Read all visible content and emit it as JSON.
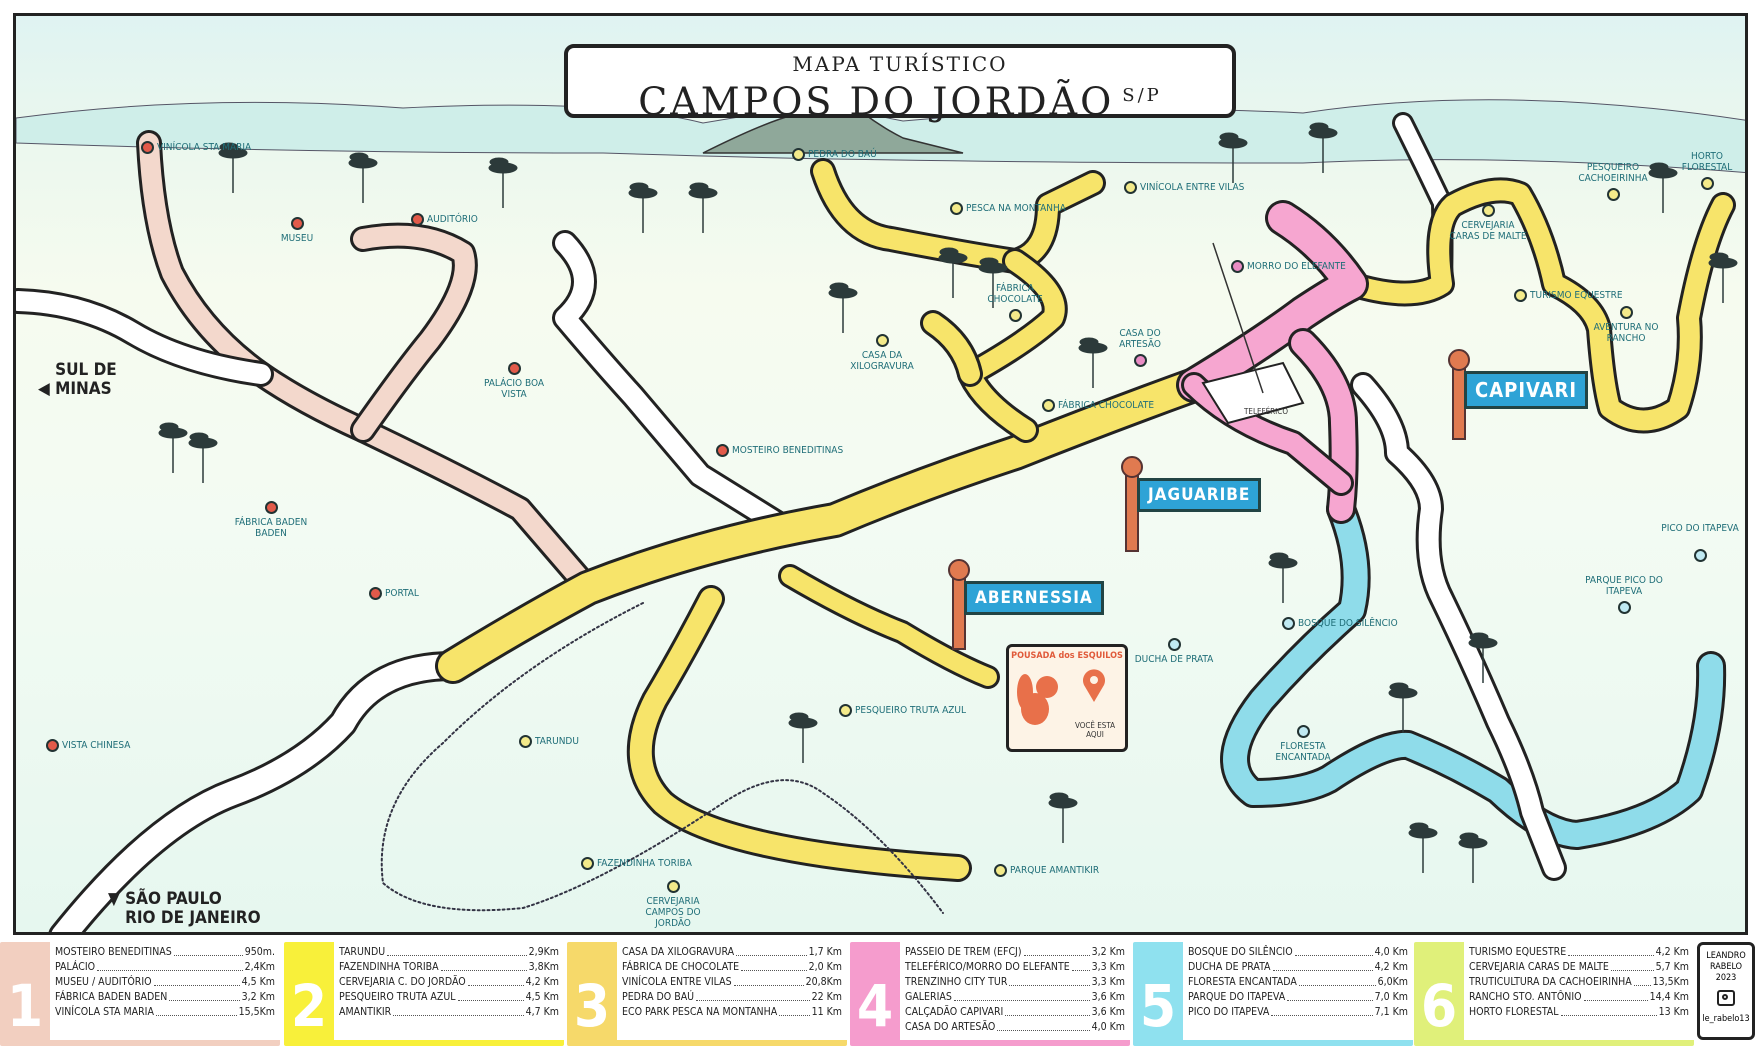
{
  "title": {
    "subtitle": "MAPA TURÍSTICO",
    "main": "CAMPOS DO JORDÃO",
    "state": "S/P"
  },
  "regions": {
    "sul_de_minas": "SUL DE MINAS",
    "sao_paulo_rio": [
      "SÃO PAULO",
      "RIO DE JANEIRO"
    ]
  },
  "signs": {
    "capivari": "CAPIVARI",
    "jaguaribe": "JAGUARIBE",
    "abernessia": "ABERNESSIA"
  },
  "pousada": {
    "name": "POUSADA dos ESQUILOS",
    "you_are_here": "VOCÊ ESTA AQUI",
    "icon": "map-pin-icon"
  },
  "teleferico_label": "TELEFÉRICO",
  "pois": [
    {
      "label": "VINÍCOLA STA MARIA",
      "color": "red"
    },
    {
      "label": "MUSEU",
      "color": "red"
    },
    {
      "label": "AUDITÓRIO",
      "color": "red"
    },
    {
      "label": "PALÁCIO BOA VISTA",
      "color": "red"
    },
    {
      "label": "FÁBRICA BADEN BADEN",
      "color": "red"
    },
    {
      "label": "MOSTEIRO BENEDITINAS",
      "color": "red"
    },
    {
      "label": "PEDRA DO BAÚ",
      "color": "yellow"
    },
    {
      "label": "PESCA NA MONTANHA",
      "color": "yellow"
    },
    {
      "label": "VINÍCOLA ENTRE VILAS",
      "color": "yellow"
    },
    {
      "label": "MORRO DO ELEFANTE",
      "color": "pink"
    },
    {
      "label": "FÁBRICA CHOCOLATE",
      "color": "yellow"
    },
    {
      "label": "CASA DO ARTESÃO",
      "color": "pink"
    },
    {
      "label": "CASA DA XILOGRAVURA",
      "color": "yellow"
    },
    {
      "label": "FÁBRICA CHOCOLATE",
      "color": "yellow"
    },
    {
      "label": "CERVEJARIA CARAS DE MALTE",
      "color": "yellow"
    },
    {
      "label": "PESQUEIRO CACHOEIRINHA",
      "color": "yellow"
    },
    {
      "label": "HORTO FLORESTAL",
      "color": "yellow"
    },
    {
      "label": "TURISMO EQUESTRE",
      "color": "yellow"
    },
    {
      "label": "AVENTURA NO RANCHO",
      "color": "yellow"
    },
    {
      "label": "PORTAL",
      "color": "red"
    },
    {
      "label": "VISTA CHINESA",
      "color": "red"
    },
    {
      "label": "TARUNDU",
      "color": "yellow"
    },
    {
      "label": "FAZENDINHA TORIBA",
      "color": "yellow"
    },
    {
      "label": "CERVEJARIA CAMPOS DO JORDÃO",
      "color": "yellow"
    },
    {
      "label": "PESQUEIRO TRUTA AZUL",
      "color": "yellow"
    },
    {
      "label": "PARQUE AMANTIKIR",
      "color": "yellow"
    },
    {
      "label": "DUCHA DE PRATA",
      "color": "blue"
    },
    {
      "label": "BOSQUE DO SILÊNCIO",
      "color": "blue"
    },
    {
      "label": "FLORESTA ENCANTADA",
      "color": "blue"
    },
    {
      "label": "PARQUE PICO DO ITAPEVA",
      "color": "blue"
    },
    {
      "label": "PICO DO ITAPEVA",
      "color": "blue"
    }
  ],
  "legend": {
    "groups": [
      {
        "number": "1",
        "color": "#f2cfc0",
        "items": [
          {
            "name": "MOSTEIRO BENEDITINAS",
            "dist": "950m."
          },
          {
            "name": "PALÁCIO",
            "dist": "2,4Km"
          },
          {
            "name": "MUSEU / AUDITÓRIO",
            "dist": "4,5 Km"
          },
          {
            "name": "FÁBRICA BADEN BADEN",
            "dist": "3,2 Km"
          },
          {
            "name": "VINÍCOLA STA MARIA",
            "dist": "15,5Km"
          }
        ]
      },
      {
        "number": "2",
        "color": "#f8f03a",
        "items": [
          {
            "name": "TARUNDU",
            "dist": "2,9Km"
          },
          {
            "name": "FAZENDINHA TORIBA",
            "dist": "3,8Km"
          },
          {
            "name": "CERVEJARIA C. DO JORDÃO",
            "dist": "4,2 Km"
          },
          {
            "name": "PESQUEIRO TRUTA AZUL",
            "dist": "4,5 Km"
          },
          {
            "name": "AMANTIKIR",
            "dist": "4,7 Km"
          }
        ]
      },
      {
        "number": "3",
        "color": "#f6d96a",
        "items": [
          {
            "name": "CASA DA XILOGRAVURA",
            "dist": "1,7 Km"
          },
          {
            "name": "FÁBRICA DE CHOCOLATE",
            "dist": "2,0 Km"
          },
          {
            "name": "VINÍCOLA ENTRE VILAS",
            "dist": "20,8Km"
          },
          {
            "name": "PEDRA DO BAÚ",
            "dist": "22 Km"
          },
          {
            "name": "ECO PARK PESCA NA MONTANHA",
            "dist": "11 Km"
          }
        ]
      },
      {
        "number": "4",
        "color": "#f59ccd",
        "items": [
          {
            "name": "PASSEIO DE TREM (EFCJ)",
            "dist": "3,2 Km"
          },
          {
            "name": "TELEFÉRICO/MORRO DO ELEFANTE",
            "dist": "3,3 Km"
          },
          {
            "name": "TRENZINHO CITY TUR",
            "dist": "3,3 Km"
          },
          {
            "name": "GALERIAS",
            "dist": "3,6 Km"
          },
          {
            "name": "CALÇADÃO CAPIVARI",
            "dist": "3,6 Km"
          },
          {
            "name": "CASA DO ARTESÃO",
            "dist": "4,0 Km"
          }
        ]
      },
      {
        "number": "5",
        "color": "#8fe1ef",
        "items": [
          {
            "name": "BOSQUE DO SILÊNCIO",
            "dist": "4,0 Km"
          },
          {
            "name": "DUCHA DE PRATA",
            "dist": "4,2 Km"
          },
          {
            "name": "FLORESTA ENCANTADA",
            "dist": "6,0Km"
          },
          {
            "name": "PARQUE DO ITAPEVA",
            "dist": "7,0 Km"
          },
          {
            "name": "PICO DO ITAPEVA",
            "dist": "7,1 Km"
          }
        ]
      },
      {
        "number": "6",
        "color": "#e0f07a",
        "items": [
          {
            "name": "TURISMO EQUESTRE",
            "dist": "4,2 Km"
          },
          {
            "name": "CERVEJARIA CARAS DE MALTE",
            "dist": "5,7 Km"
          },
          {
            "name": "TRUTICULTURA DA CACHOEIRINHA",
            "dist": "13,5Km"
          },
          {
            "name": "RANCHO STO. ANTÔNIO",
            "dist": "14,4 Km"
          },
          {
            "name": "HORTO FLORESTAL",
            "dist": "13 Km"
          }
        ]
      }
    ]
  },
  "credit": {
    "author": "LEANDRO RABELO",
    "year": "2023",
    "handle": "le_rabelo13",
    "icon": "instagram-icon"
  },
  "colors": {
    "road_yellow": "#f7e46a",
    "road_pink": "#f6a6d0",
    "road_beige": "#f3d8cc",
    "river": "#8fdcea",
    "label_teal": "#1f6e78",
    "sign_blue": "#2ea3d6"
  }
}
